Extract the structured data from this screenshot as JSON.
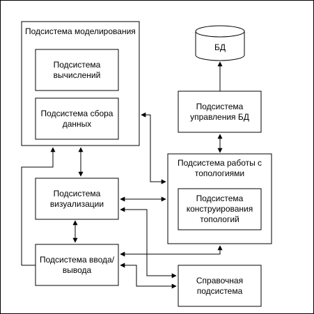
{
  "diagram": {
    "colors": {
      "stroke": "#000000",
      "fill": "#ffffff"
    },
    "nodes": {
      "modeling": {
        "label": "Подсистема моделирования"
      },
      "computation": {
        "label": "Подсистема\nвычислений"
      },
      "data_collection": {
        "label": "Подсистема сбора\nданных"
      },
      "visualization": {
        "label": "Подсистема\nвизуализации"
      },
      "io": {
        "label": "Подсистема ввода/\nвывода"
      },
      "database": {
        "label": "БД"
      },
      "db_management": {
        "label": "Подсистема\nуправления БД"
      },
      "topology_work": {
        "label": "Подсистема работы с\nтопологиями"
      },
      "topology_construction": {
        "label": "Подсистема\nконструирования\nтопологий"
      },
      "reference": {
        "label": "Справочная\nподсистема"
      }
    }
  }
}
